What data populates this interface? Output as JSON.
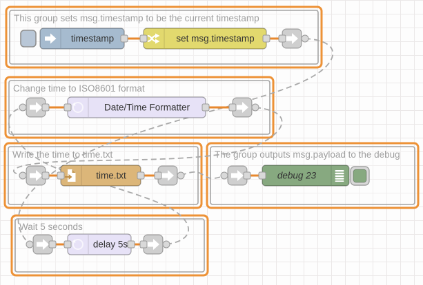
{
  "app": {
    "name": "Node-RED flow editor canvas"
  },
  "groups": [
    {
      "label": "This group sets msg.timestamp to be the current timestamp"
    },
    {
      "label": "Change time to ISO8601 format"
    },
    {
      "label": "Write the time to time.txt"
    },
    {
      "label": "The group outputs msg.payload to the debug"
    },
    {
      "label": "Wait 5 seconds"
    }
  ],
  "nodes": [
    {
      "id": "inject",
      "label": "timestamp",
      "type": "inject",
      "color": "#a6bbcf"
    },
    {
      "id": "change",
      "label": "set msg.timestamp",
      "type": "change",
      "color": "#e2d96e"
    },
    {
      "id": "formatter",
      "label": "Date/Time Formatter",
      "type": "datetime-formatter",
      "color": "#e7e2f7"
    },
    {
      "id": "file",
      "label": "time.txt",
      "type": "file-write",
      "color": "#dcb679"
    },
    {
      "id": "debug",
      "label": "debug 23",
      "type": "debug",
      "color": "#87a980"
    },
    {
      "id": "delay",
      "label": "delay 5s",
      "type": "delay",
      "color": "#e7e2f7"
    }
  ],
  "colors": {
    "group_selected_border": "#ed9237",
    "group_inner_border": "#a4a4a4",
    "selected_wire": "#e8882d",
    "link_wire": "#a9a9a9",
    "grid_line": "#ebe8e8",
    "port": "#d9d9d9",
    "link_node": "#cfcfcf"
  }
}
